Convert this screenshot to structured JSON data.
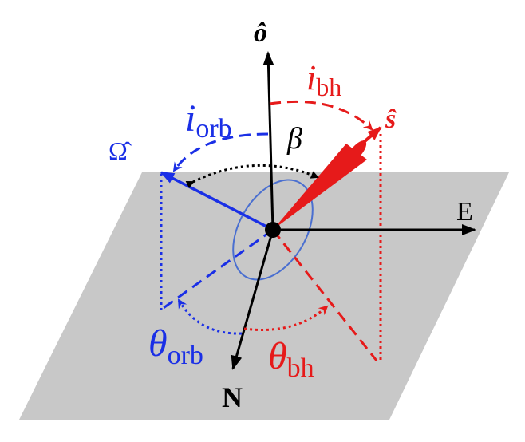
{
  "labels": {
    "o_hat": "ô",
    "s_hat": "ŝ",
    "omega_hat": "Ω̂",
    "east": "E",
    "north": "N",
    "beta": "β",
    "i_orb_main": "i",
    "i_orb_sub": "orb",
    "i_bh_main": "i",
    "i_bh_sub": "bh",
    "theta_orb_main": "θ",
    "theta_orb_sub": "orb",
    "theta_bh_main": "θ",
    "theta_bh_sub": "bh"
  },
  "colors": {
    "plane": "#c8c8c8",
    "black": "#000000",
    "blue": "#1a2fe6",
    "red": "#e61a1a",
    "ellipse": "#4a6fd0"
  }
}
